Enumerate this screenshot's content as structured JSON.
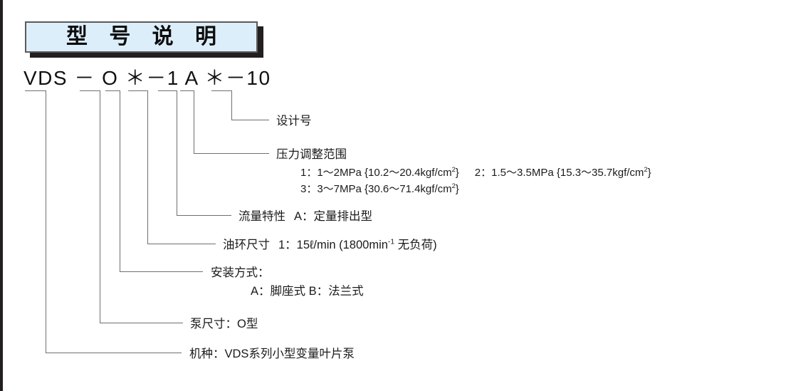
{
  "title": {
    "text": "型 号 说 明"
  },
  "model_code": {
    "text": "VDS － O ＊－1  A ＊－10"
  },
  "colors": {
    "title_fill": "#ddeefb",
    "title_border": "#5a5a5a",
    "title_shadow": "#231f20",
    "leader_line": "#6f6f6f",
    "text": "#1b1b1b"
  },
  "callouts": {
    "design_no": {
      "label": "设计号"
    },
    "pressure_range": {
      "label": "压力调整范围",
      "line1_left": "1：1〜2MPa {10.2〜20.4kgf/cm",
      "line1_left_sup": "2",
      "line1_left_end": "}",
      "line1_right": "2：1.5〜3.5MPa {15.3〜35.7kgf/cm",
      "line1_right_sup": "2",
      "line1_right_end": "}",
      "line2": "3：3〜7MPa {30.6〜71.4kgf/cm",
      "line2_sup": "2",
      "line2_end": "}"
    },
    "flow_characteristic": {
      "label": "流量特性",
      "value": "A：定量排出型"
    },
    "oil_ring_size": {
      "label": "油环尺寸",
      "value_pre": "1：15",
      "value_litre": "ℓ",
      "value_mid": "/min (1800min",
      "value_sup": "-1",
      "value_end": " 无负荷)"
    },
    "mounting_type": {
      "label": "安装方式：",
      "options": "A：脚座式 B：法兰式"
    },
    "pump_size": {
      "label": "泵尺寸：O型"
    },
    "machine_type": {
      "label": "机种：VDS系列小型变量叶片泵"
    }
  }
}
